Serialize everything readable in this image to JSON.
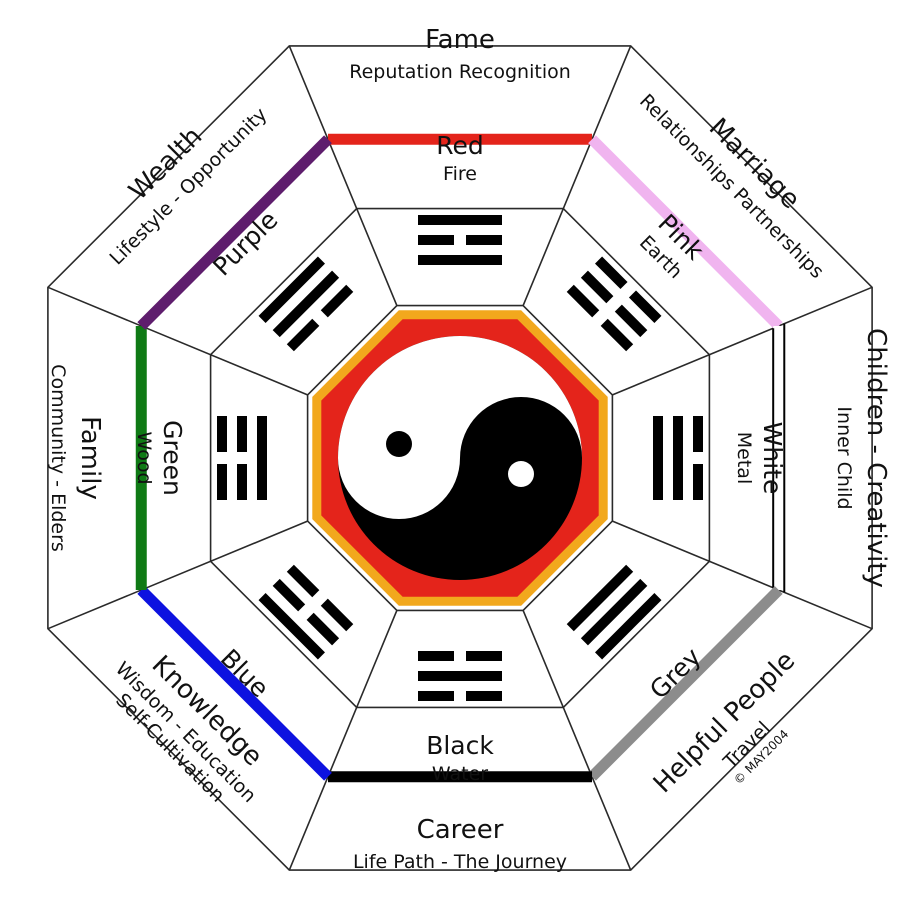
{
  "copyright": "© MAY2004",
  "colors": {
    "line": "#2a2a2a",
    "octagon_fill": "#e4241b",
    "octagon_border": "#f2a81d",
    "yin": "#000000",
    "yang": "#ffffff"
  },
  "sectors": [
    {
      "key": "fame",
      "title": "Fame",
      "subtitle": "Reputation Recognition",
      "subtitle2": "",
      "color_name": "Red",
      "element": "Fire",
      "bar_color": "#e4241b",
      "trigram": [
        1,
        0,
        1
      ]
    },
    {
      "key": "marriage",
      "title": "Marriage",
      "subtitle": "Relationships Partnerships",
      "subtitle2": "",
      "color_name": "Pink",
      "element": "Earth",
      "bar_color": "#f0b4ef",
      "trigram": [
        0,
        0,
        0
      ]
    },
    {
      "key": "children",
      "title": "Children - Creativity",
      "subtitle": "Inner Child",
      "subtitle2": "",
      "color_name": "White",
      "element": "Metal",
      "bar_color": "#ffffff",
      "trigram": [
        0,
        1,
        1
      ]
    },
    {
      "key": "helpful",
      "title": "Helpful People",
      "subtitle": "Travel",
      "subtitle2": "",
      "color_name": "Grey",
      "element": "",
      "bar_color": "#8c8c8c",
      "trigram": [
        1,
        1,
        1
      ]
    },
    {
      "key": "career",
      "title": "Career",
      "subtitle": "Life Path - The Journey",
      "subtitle2": "",
      "color_name": "Black",
      "element": "Water",
      "bar_color": "#000000",
      "trigram": [
        0,
        1,
        0
      ]
    },
    {
      "key": "knowledge",
      "title": "Knowledge",
      "subtitle": "Wisdom - Education",
      "subtitle2": "Self-Cultivation",
      "color_name": "Blue",
      "element": "",
      "bar_color": "#0d12e0",
      "trigram": [
        1,
        0,
        0
      ]
    },
    {
      "key": "family",
      "title": "Family",
      "subtitle": "Community - Elders",
      "subtitle2": "",
      "color_name": "Green",
      "element": "Wood",
      "bar_color": "#0f7a15",
      "trigram": [
        0,
        0,
        1
      ]
    },
    {
      "key": "wealth",
      "title": "Wealth",
      "subtitle": "Lifestyle - Opportunity",
      "subtitle2": "",
      "color_name": "Purple",
      "element": "",
      "bar_color": "#5e1d6d",
      "trigram": [
        1,
        1,
        0
      ]
    }
  ]
}
